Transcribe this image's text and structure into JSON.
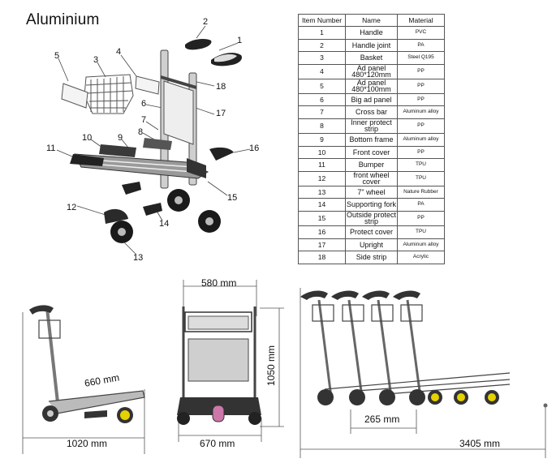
{
  "title": "Aluminium",
  "callouts": [
    "1",
    "2",
    "3",
    "4",
    "5",
    "6",
    "7",
    "8",
    "9",
    "10",
    "11",
    "12",
    "13",
    "14",
    "15",
    "16",
    "17",
    "18"
  ],
  "table": {
    "headers": [
      "Item Number",
      "Name",
      "Material"
    ],
    "rows": [
      {
        "num": "1",
        "name": "Handle",
        "material": "PVC"
      },
      {
        "num": "2",
        "name": "Handle joint",
        "material": "PA"
      },
      {
        "num": "3",
        "name": "Basket",
        "material": "Steel Q195"
      },
      {
        "num": "4",
        "name": "Ad panel 480*120mm",
        "material": "PP"
      },
      {
        "num": "5",
        "name": "Ad panel 480*100mm",
        "material": "PP"
      },
      {
        "num": "6",
        "name": "Big ad panel",
        "material": "PP"
      },
      {
        "num": "7",
        "name": "Cross bar",
        "material": "Aluminum alloy"
      },
      {
        "num": "8",
        "name": "Inner protect strip",
        "material": "PP"
      },
      {
        "num": "9",
        "name": "Bottom frame",
        "material": "Aluminum alloy"
      },
      {
        "num": "10",
        "name": "Front cover",
        "material": "PP"
      },
      {
        "num": "11",
        "name": "Bumper",
        "material": "TPU"
      },
      {
        "num": "12",
        "name": "front wheel cover",
        "material": "TPU"
      },
      {
        "num": "13",
        "name": "7\" wheel",
        "material": "Nature Rubber"
      },
      {
        "num": "14",
        "name": "Supporting fork",
        "material": "PA"
      },
      {
        "num": "15",
        "name": "Outside protect strip",
        "material": "PP"
      },
      {
        "num": "16",
        "name": "Protect cover",
        "material": "TPU"
      },
      {
        "num": "17",
        "name": "Upright",
        "material": "Aluminum alloy"
      },
      {
        "num": "18",
        "name": "Side strip",
        "material": "Acrylic"
      }
    ]
  },
  "dimensions": {
    "side_length": "1020 mm",
    "basket_depth": "660 mm",
    "front_width_top": "580 mm",
    "front_width_bottom": "670 mm",
    "height": "1050 mm",
    "nest_pitch": "265 mm",
    "nest_total": "3405 mm"
  }
}
